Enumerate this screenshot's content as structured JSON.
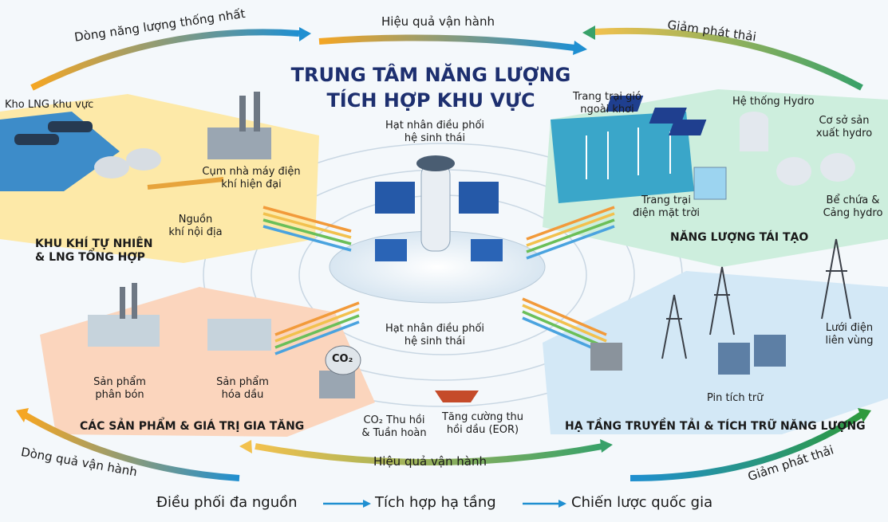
{
  "title": {
    "line1": "TRUNG TÂM NĂNG LƯỢNG",
    "line2": "TÍCH HỢP KHU VỰC"
  },
  "top_flows": {
    "left": "Dòng năng lượng thống nhất",
    "center": "Hiệu quả vận hành",
    "right": "Giảm phát thải"
  },
  "bottom_flows": {
    "left": "Dòng quả vận hành",
    "center": "Hiệu quả vận hành",
    "right": "Giảm phát thải"
  },
  "hub": {
    "top_label": {
      "line1": "Hạt nhân điều phối",
      "line2": "hệ sinh thái"
    },
    "bottom_label": {
      "line1": "Hạt nhân điều phối",
      "line2": "hệ sinh thái"
    }
  },
  "gas": {
    "section_line1": "KHU KHÍ TỰ NHIÊN",
    "section_line2": "& LNG TỔNG HỢP",
    "lng": "Kho LNG khu vực",
    "plant_line1": "Cụm nhà máy điện",
    "plant_line2": "khí hiện đại",
    "source_line1": "Nguồn",
    "source_line2": "khí nội địa"
  },
  "renewable": {
    "section": "NĂNG LƯỢNG TÁI TẠO",
    "wind_line1": "Trang trại gió",
    "wind_line2": "ngoài khơi",
    "hydro": "Hệ thống Hydro",
    "hydro_prod_line1": "Cơ sở sản",
    "hydro_prod_line2": "xuất hydro",
    "solar_line1": "Trang trại",
    "solar_line2": "điện mặt trời",
    "storage_line1": "Bể chứa &",
    "storage_line2": "Cảng hydro"
  },
  "products": {
    "section": "CÁC SẢN PHẨM & GIÁ TRỊ GIA TĂNG",
    "fert_line1": "Sản phẩm",
    "fert_line2": "phân bón",
    "petro_line1": "Sản phẩm",
    "petro_line2": "hóa dầu",
    "co2_badge": "CO₂",
    "co2_line1": "CO₂ Thu hồi",
    "co2_line2": "& Tuần hoàn",
    "eor_line1": "Tăng cường thu",
    "eor_line2": "hồi dầu (EOR)"
  },
  "grid": {
    "section": "HẠ TẦNG TRUYỀN TẢI & TÍCH TRỮ NĂNG LƯỢNG",
    "interconnect_line1": "Lưới điện",
    "interconnect_line2": "liên vùng",
    "battery": "Pin tích trữ"
  },
  "strategy": {
    "step1": "Điều phối đa nguồn",
    "step2": "Tích hợp hạ tầng",
    "step3": "Chiến lược quốc gia"
  },
  "colors": {
    "gas_zone": "#fde9a8",
    "renewable_zone": "#cdeedd",
    "product_zone": "#fbd5bd",
    "grid_zone": "#d3e8f6",
    "title": "#1d2f6f",
    "flow_orange": "#f08a1c",
    "flow_blue": "#1f8fd1",
    "flow_green": "#2f9a3e"
  }
}
